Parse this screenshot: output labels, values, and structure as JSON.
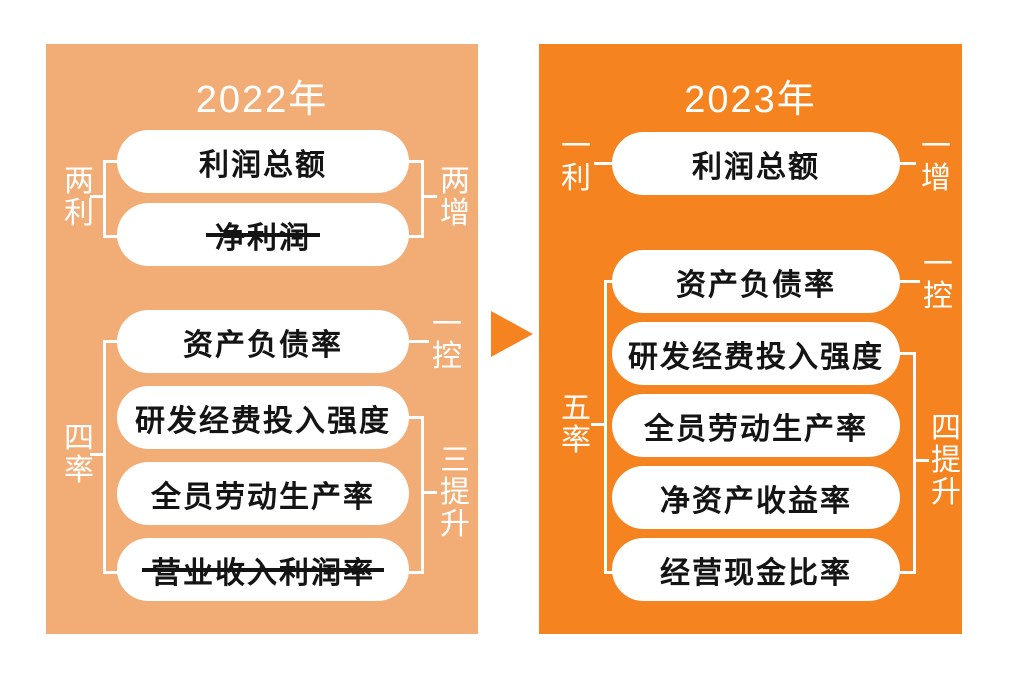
{
  "colors": {
    "page_background": "#ffffff",
    "left_panel_background": "#f2ad76",
    "right_panel_background": "#f5831f",
    "arrow": "#f5831f",
    "box_background": "#ffffff",
    "box_text": "#141414",
    "label_text": "#ffffff"
  },
  "arrow": {
    "icon": "right-arrow"
  },
  "left_panel": {
    "title": "2022年",
    "profit_group": {
      "left_bracket_label": "两利",
      "right_bracket_label": "两增",
      "items": [
        {
          "text": "利润总额",
          "struck": false
        },
        {
          "text": "净利润",
          "struck": true
        }
      ]
    },
    "ratio_group": {
      "left_bracket_label": "四率",
      "control_label": "一控",
      "right_bracket_label": "三提升",
      "items": [
        {
          "text": "资产负债率",
          "struck": false
        },
        {
          "text": "研发经费投入强度",
          "struck": false
        },
        {
          "text": "全员劳动生产率",
          "struck": false
        },
        {
          "text": "营业收入利润率",
          "struck": true
        }
      ]
    }
  },
  "right_panel": {
    "title": "2023年",
    "profit_group": {
      "left_label": "一利",
      "right_label": "一增",
      "items": [
        {
          "text": "利润总额",
          "struck": false
        }
      ]
    },
    "ratio_group": {
      "left_bracket_label": "五率",
      "control_label": "一控",
      "right_bracket_label": "四提升",
      "items": [
        {
          "text": "资产负债率",
          "struck": false
        },
        {
          "text": "研发经费投入强度",
          "struck": false
        },
        {
          "text": "全员劳动生产率",
          "struck": false
        },
        {
          "text": "净资产收益率",
          "struck": false
        },
        {
          "text": "经营现金比率",
          "struck": false
        }
      ]
    }
  }
}
